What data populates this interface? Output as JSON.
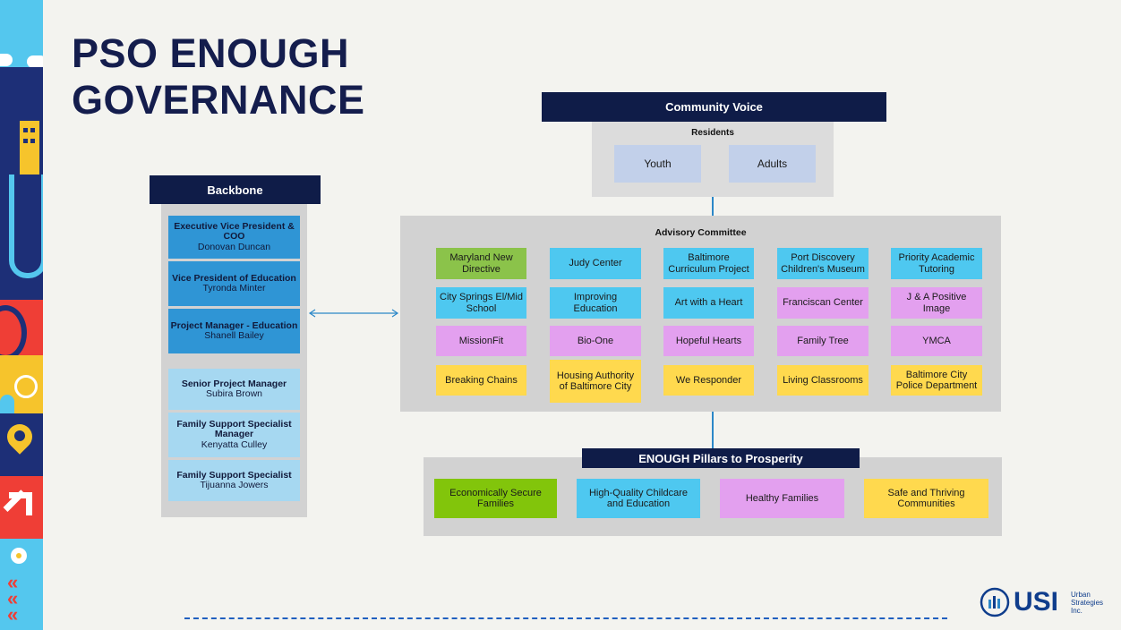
{
  "title": {
    "line1": "PSO ENOUGH",
    "line2": "GOVERNANCE"
  },
  "backbone": {
    "header": "Backbone",
    "roles_dark": [
      {
        "title": "Executive Vice President & COO",
        "name": "Donovan Duncan"
      },
      {
        "title": "Vice President of Education",
        "name": "Tyronda Minter"
      },
      {
        "title": "Project Manager - Education",
        "name": "Shanell Bailey"
      }
    ],
    "roles_light": [
      {
        "title": "Senior Project Manager",
        "name": "Subira Brown"
      },
      {
        "title": "Family Support Specialist Manager",
        "name": "Kenyatta Culley"
      },
      {
        "title": "Family Support Specialist",
        "name": "Tijuanna Jowers"
      }
    ]
  },
  "community_voice": {
    "header": "Community Voice",
    "residents_label": "Residents",
    "groups": [
      "Youth",
      "Adults"
    ]
  },
  "advisory": {
    "label": "Advisory Committee",
    "rows": [
      [
        "Maryland New Directive",
        "Judy Center",
        "Baltimore Curriculum Project",
        "Port Discovery Children's Museum",
        "Priority Academic Tutoring"
      ],
      [
        "City Springs El/Mid School",
        "Improving Education",
        "Art with a Heart",
        "Franciscan Center",
        "J & A Positive Image"
      ],
      [
        "MissionFit",
        "Bio-One",
        "Hopeful Hearts",
        "Family Tree",
        "YMCA"
      ],
      [
        "Breaking Chains",
        "Housing Authority of Baltimore City",
        "We Responder",
        "Living Classrooms",
        "Baltimore City Police Department"
      ]
    ]
  },
  "pillars": {
    "header": "ENOUGH Pillars to Prosperity",
    "items": [
      "Economically Secure Families",
      "High-Quality Childcare and Education",
      "Healthy Families",
      "Safe and Thriving Communities"
    ]
  },
  "logo": {
    "text": "USI",
    "sub": "Urban Strategies Inc."
  },
  "colors": {
    "navy": "#0f1c48",
    "panel": "#d2d2d2",
    "green": "#8bc34a",
    "blue": "#4ec8f0",
    "pink": "#e3a0ef",
    "yellow": "#ffd94e",
    "lavender": "#c2d0ea"
  }
}
